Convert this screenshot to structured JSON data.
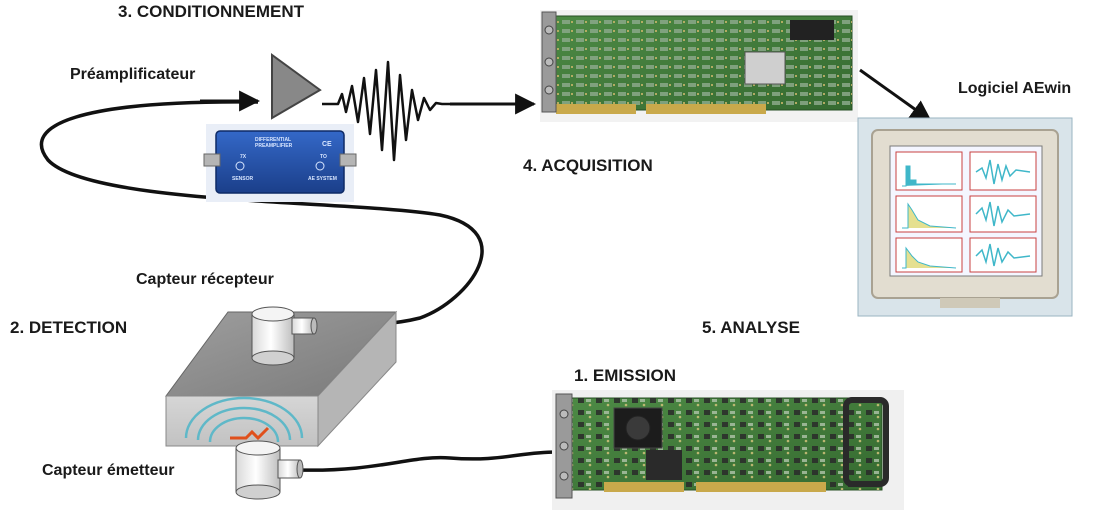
{
  "labels": {
    "conditionnement": "3.   CONDITIONNEMENT",
    "preamplificateur": "Préamplificateur",
    "acquisition": "4.   ACQUISITION",
    "logiciel": "Logiciel AEwin",
    "capteur_recepteur": "Capteur récepteur",
    "detection": "2.   DETECTION",
    "analyse": "5.   ANALYSE",
    "emission": "1.   EMISSION",
    "capteur_emetteur": "Capteur émetteur"
  },
  "preamp_device": {
    "line1": "DIFFERENTIAL",
    "line2": "PREAMPLIFIER",
    "left_port": "SENSOR",
    "right_port": "AE SYSTEM",
    "left_tag": "7X",
    "right_tag": "TO"
  },
  "colors": {
    "pcb_green": "#3f7a3a",
    "preamp_blue": "#2452a8",
    "screen_trace": "#3fb7c9",
    "wave_arc": "#5fb8c8",
    "pulse_red": "#e0501c",
    "cable": "#111111"
  }
}
